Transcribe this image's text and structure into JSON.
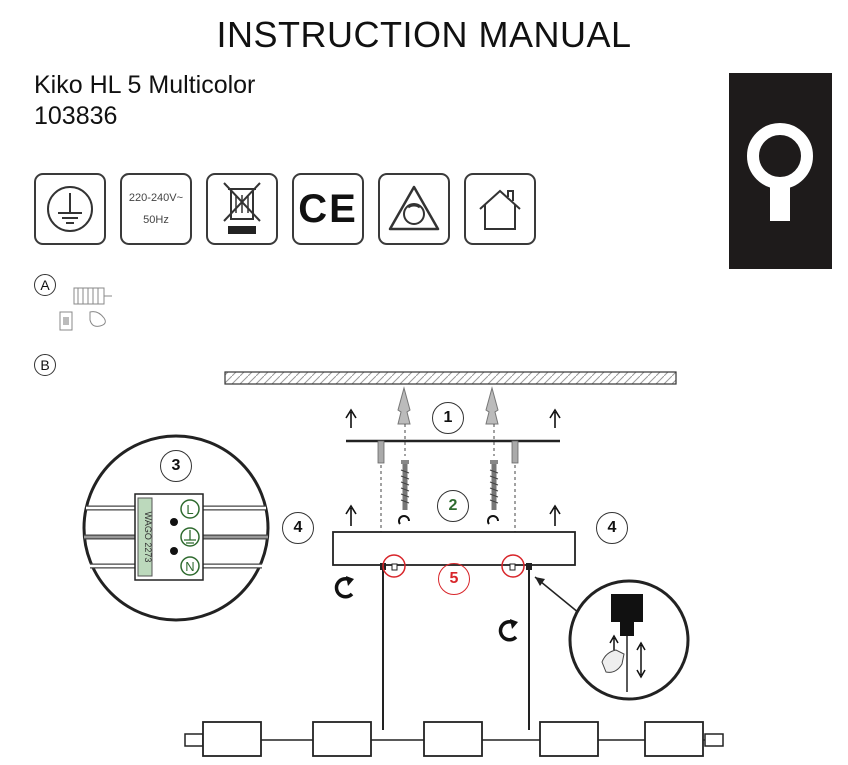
{
  "header": {
    "title": "INSTRUCTION MANUAL"
  },
  "product": {
    "name": "Kiko HL 5 Multicolor",
    "number": "103836"
  },
  "certification_icons": [
    {
      "icon": "earth-ground-icon"
    },
    {
      "icon": "voltage-rating-icon",
      "line1": "220-240V~",
      "line2": "50Hz"
    },
    {
      "icon": "weee-bin-icon"
    },
    {
      "icon": "ce-mark-icon"
    },
    {
      "icon": "dimmable-icon"
    },
    {
      "icon": "indoor-use-icon"
    }
  ],
  "ce": "CE",
  "sections": {
    "a": "A",
    "b": "B"
  },
  "steps": {
    "s1": "1",
    "s2": "2",
    "s3": "3",
    "s4": "4",
    "s5": "5"
  },
  "terminal": {
    "l": "L",
    "n": "N",
    "brand": "WAGO 2273"
  },
  "colors": {
    "step5": "#d8252a",
    "step2": "#2f6b2f",
    "logo_bg": "#1e1b1b"
  }
}
